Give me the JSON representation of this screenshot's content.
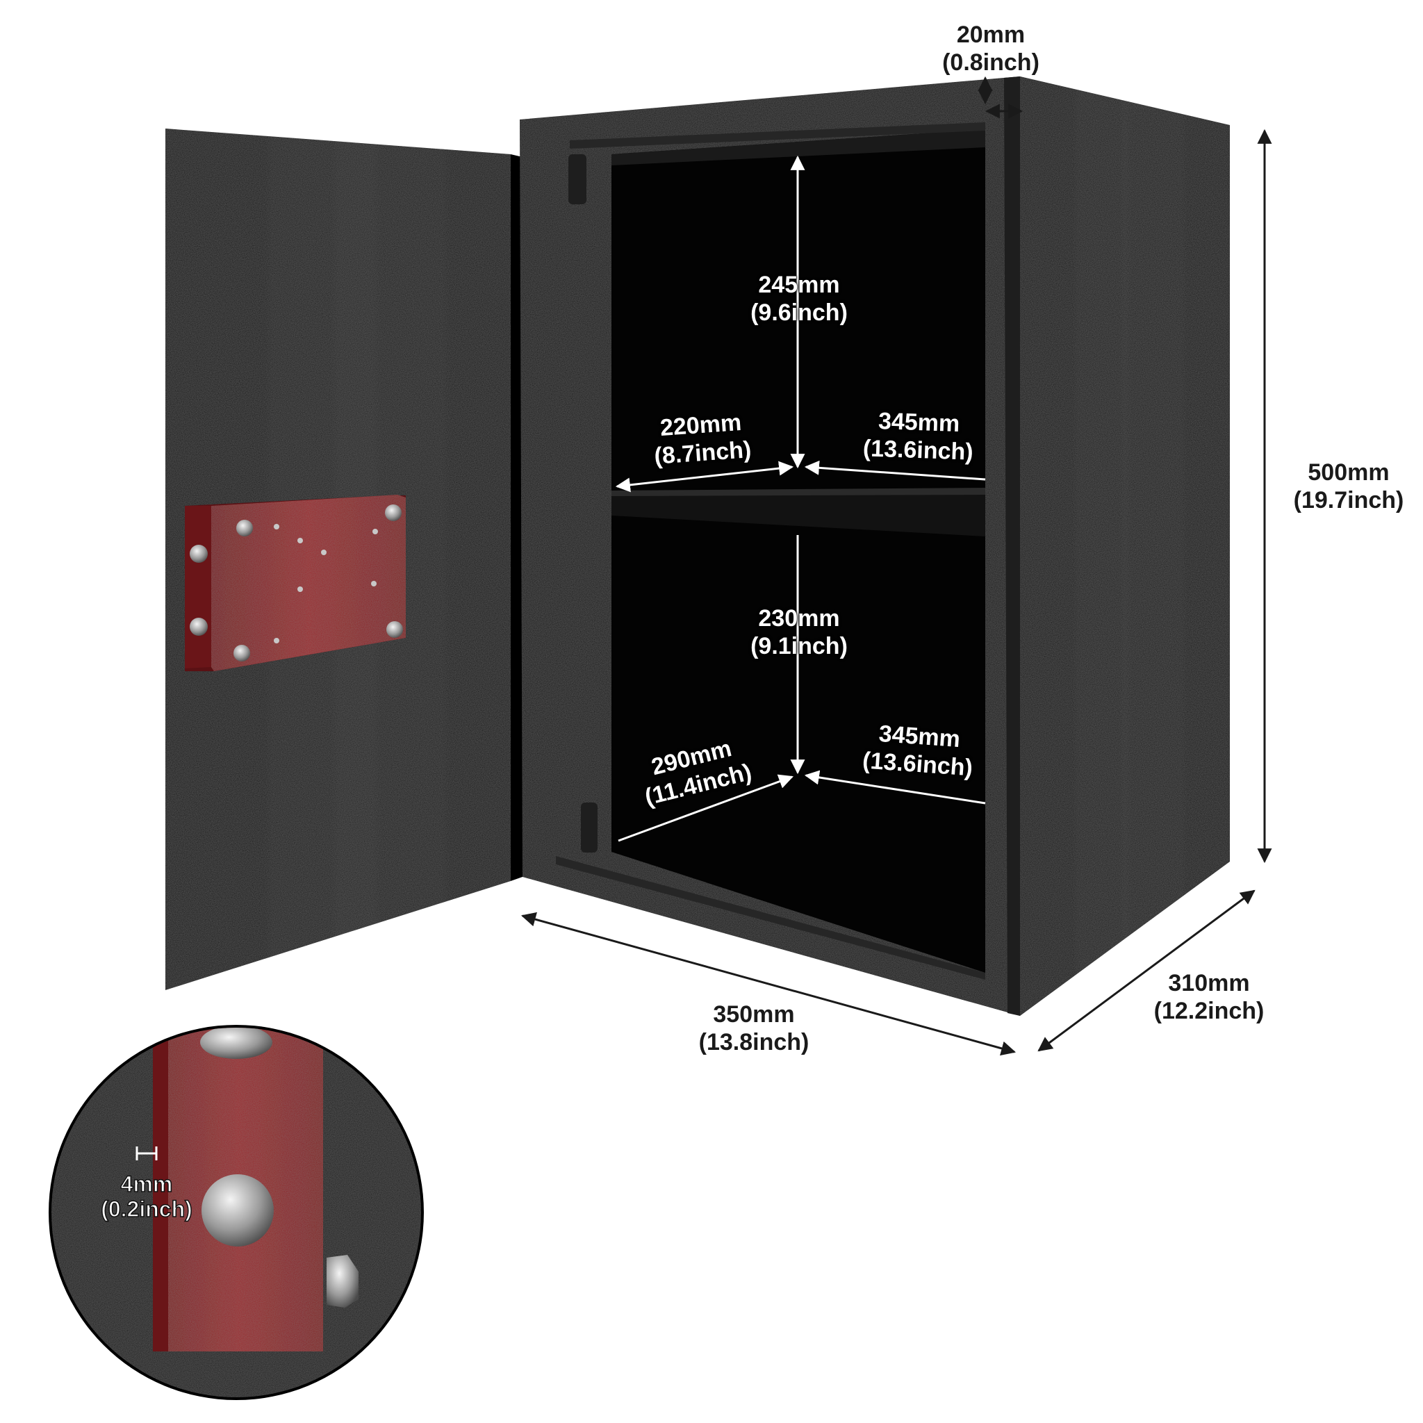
{
  "colors": {
    "safe_body": "#0e0e0e",
    "safe_side": "#111111",
    "interior": "#030303",
    "lock_box": "#8e1f22",
    "lock_box_side": "#6a1518",
    "arrow": "#1a1a1a",
    "arrow_inside": "#ffffff"
  },
  "dimensions": {
    "wall": {
      "mm": "20mm",
      "inch": "(0.8inch)"
    },
    "height": {
      "mm": "500mm",
      "inch": "(19.7inch)"
    },
    "width": {
      "mm": "350mm",
      "inch": "(13.8inch)"
    },
    "depth": {
      "mm": "310mm",
      "inch": "(12.2inch)"
    },
    "upper_height": {
      "mm": "245mm",
      "inch": "(9.6inch)"
    },
    "lower_height": {
      "mm": "230mm",
      "inch": "(9.1inch)"
    },
    "upper_width": {
      "mm": "220mm",
      "inch": "(8.7inch)"
    },
    "upper_depth": {
      "mm": "345mm",
      "inch": "(13.6inch)"
    },
    "lower_width": {
      "mm": "290mm",
      "inch": "(11.4inch)"
    },
    "lower_depth": {
      "mm": "345mm",
      "inch": "(13.6inch)"
    },
    "bolt": {
      "mm": "4mm",
      "inch": "(0.2inch)"
    }
  },
  "icons": {
    "bolt_gap": "bolt-gap-measure-icon"
  }
}
